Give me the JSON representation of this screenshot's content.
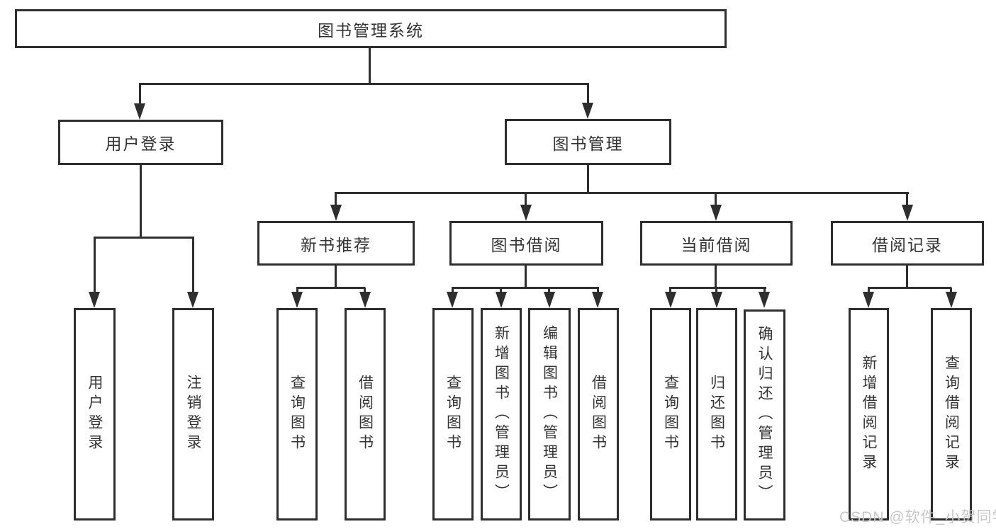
{
  "colors": {
    "line": "#2e2e2e",
    "text": "#333333",
    "background": "#ffffff",
    "watermark": "#c8c8c8"
  },
  "diagram": {
    "root": "图书管理系统",
    "level2": {
      "user_login": "用户登录",
      "book_management": "图书管理"
    },
    "level3": {
      "new_book_recommend": "新书推荐",
      "book_borrow": "图书借阅",
      "current_borrow": "当前借阅",
      "borrow_records": "借阅记录"
    },
    "leaves": {
      "user_login": [
        "用户登录",
        "注销登录"
      ],
      "new_book_recommend": [
        "查询图书",
        "借阅图书"
      ],
      "book_borrow": [
        "查询图书",
        "新增图书（管理员）",
        "编辑图书（管理员）",
        "借阅图书"
      ],
      "current_borrow": [
        "查询图书",
        "归还图书",
        "确认归还（管理员）"
      ],
      "borrow_records": [
        "新增借阅记录",
        "查询借阅记录"
      ]
    }
  },
  "watermark": "CSDN @软件_小贺同学"
}
